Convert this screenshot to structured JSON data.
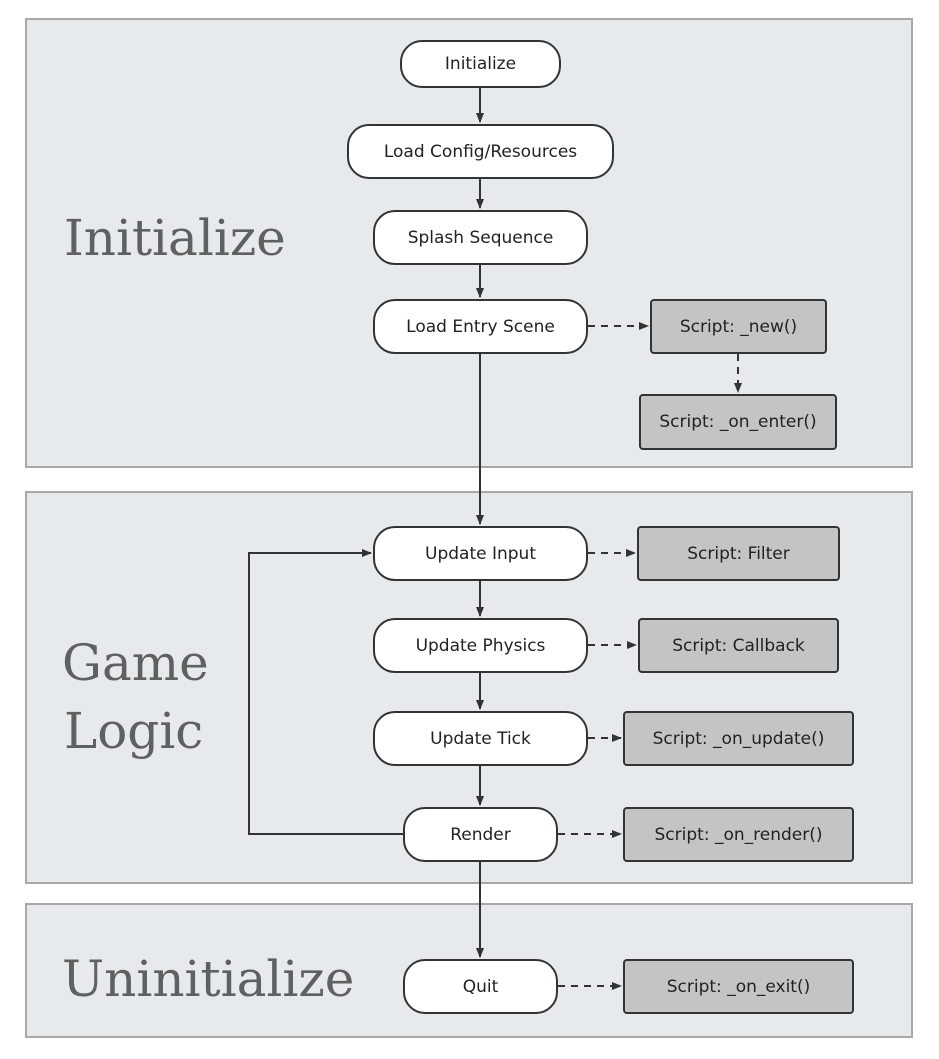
{
  "sections": {
    "initialize": "Initialize",
    "game_logic_line1": "Game",
    "game_logic_line2": "Logic",
    "uninitialize": "Uninitialize"
  },
  "steps": {
    "initialize": "Initialize",
    "load_config": "Load Config/Resources",
    "splash": "Splash Sequence",
    "load_entry_scene": "Load Entry Scene",
    "update_input": "Update Input",
    "update_physics": "Update Physics",
    "update_tick": "Update Tick",
    "render": "Render",
    "quit": "Quit"
  },
  "scripts": {
    "new": "Script:  _new()",
    "on_enter": "Script:  _on_enter()",
    "filter": "Script:  Filter",
    "callback": "Script:  Callback",
    "on_update": "Script:  _on_update()",
    "on_render": "Script:  _on_render()",
    "on_exit": "Script:  _on_exit()"
  }
}
